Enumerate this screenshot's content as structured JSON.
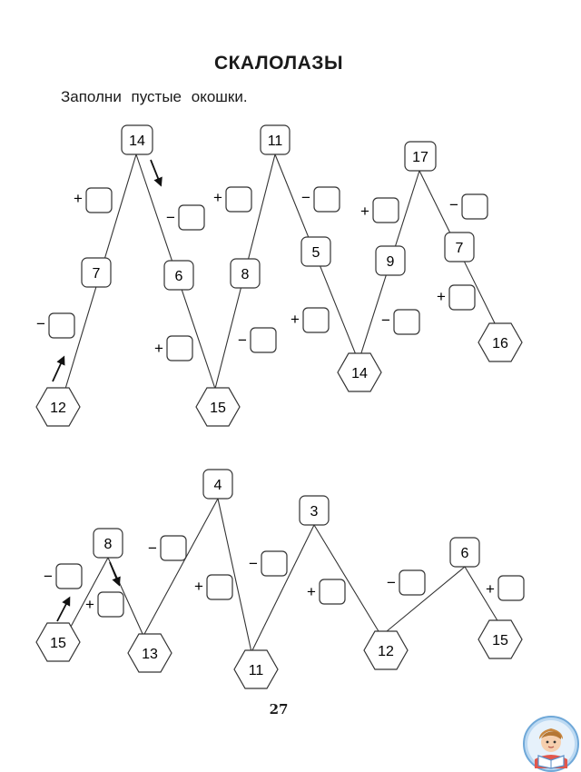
{
  "page": {
    "title": "СКАЛОЛАЗЫ",
    "instruction": "Заполни пустые окошки.",
    "page_number": "27"
  },
  "symbols": {
    "plus": "+",
    "minus": "−"
  },
  "top_row": {
    "numbers": {
      "start": "12",
      "peak1": "14",
      "mid1": "7",
      "mid2": "6",
      "valley1": "15",
      "mid3": "8",
      "peak2": "11",
      "mid4": "5",
      "valley2": "14",
      "mid5": "9",
      "peak3": "17",
      "mid6": "7",
      "end": "16"
    }
  },
  "bottom_row": {
    "numbers": {
      "start": "15",
      "peak1": "8",
      "valley1": "13",
      "peak2": "4",
      "valley2": "11",
      "peak3": "3",
      "valley3": "12",
      "peak4": "6",
      "end": "15"
    }
  },
  "icons": {
    "direction_arrow": "arrow-icon",
    "badge": "reading-boy-badge-icon"
  }
}
